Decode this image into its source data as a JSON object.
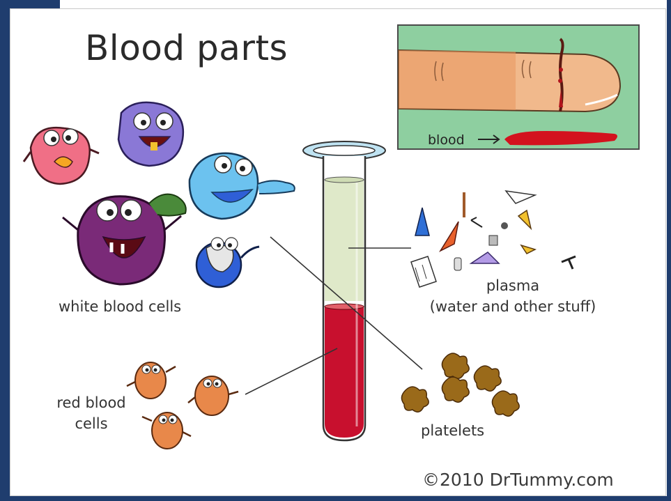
{
  "title": "Blood parts",
  "inset": {
    "blood_label": "blood"
  },
  "labels": {
    "white_blood_cells": "white blood cells",
    "red_blood_cells_line1": "red blood",
    "red_blood_cells_line2": "cells",
    "plasma_line1": "plasma",
    "plasma_line2": "(water and other stuff)",
    "platelets": "platelets"
  },
  "copyright": "©2010 DrTummy.com",
  "colors": {
    "frame": "#1f3d6e",
    "plasma": "#dfe9c9",
    "red_blood": "#c8102e",
    "inset_bg": "#8ecfa0",
    "finger": "#f1b98c"
  }
}
